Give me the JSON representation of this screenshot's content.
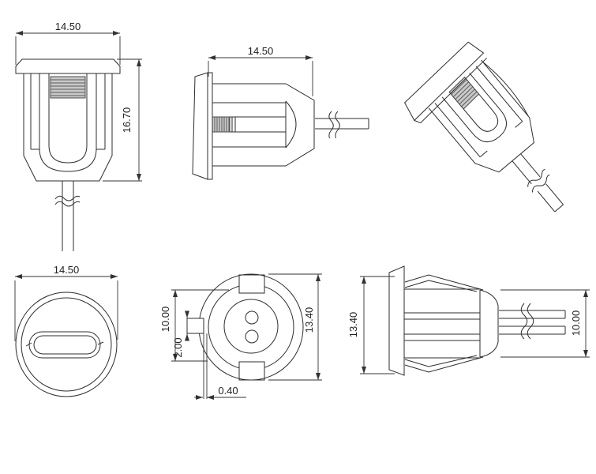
{
  "colors": {
    "background": "#ffffff",
    "line": "#2d2d2d",
    "rib_fill": "#c9c9c9",
    "rib_stripe": "#5a5a5a",
    "text": "#1f1f1f"
  },
  "views": {
    "front": {
      "dim_width": "14.50",
      "dim_height": "16.70"
    },
    "side": {
      "dim_width": "14.50"
    },
    "top": {
      "dim_width": "14.50"
    },
    "bottom": {
      "dim_height": "10.00",
      "dim_notch": "2.00",
      "dim_slit": "0.40",
      "dim_diameter": "13.40"
    },
    "profile": {
      "dim_diameter": "13.40",
      "dim_wires": "10.00"
    }
  }
}
